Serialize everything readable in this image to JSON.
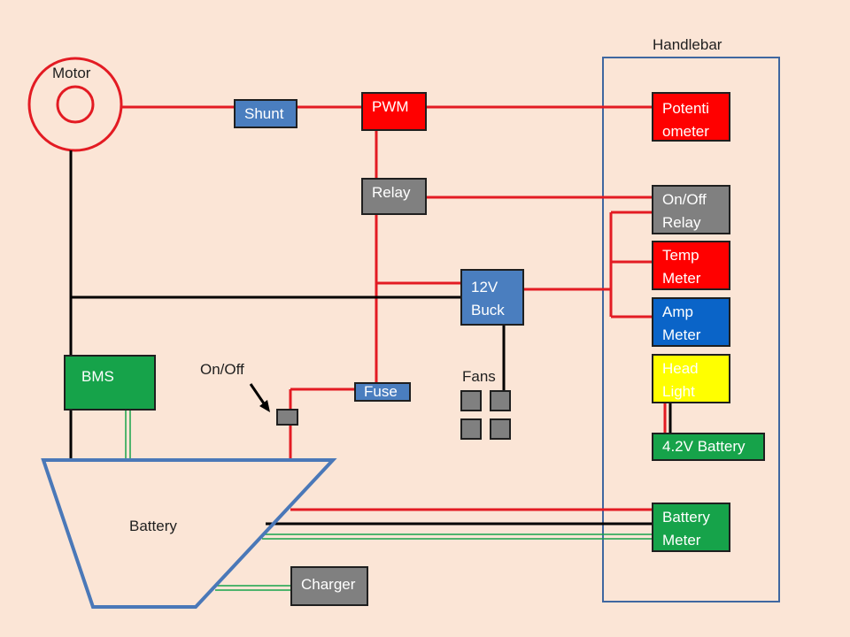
{
  "labels": {
    "handlebar": "Handlebar",
    "motor": "Motor",
    "on_off": "On/Off",
    "fans": "Fans",
    "battery": "Battery"
  },
  "components": {
    "shunt": "Shunt",
    "pwm": "PWM",
    "relay": "Relay",
    "buck_line1": "12V",
    "buck_line2": "Buck",
    "fuse": "Fuse",
    "bms": "BMS",
    "charger": "Charger",
    "potentiometer_line1": "Potenti",
    "potentiometer_line2": "ometer",
    "onoff_relay_line1": "On/Off",
    "onoff_relay_line2": "Relay",
    "temp_meter_line1": "Temp",
    "temp_meter_line2": "Meter",
    "amp_meter_line1": "Amp",
    "amp_meter_line2": "Meter",
    "head_light_line1": "Head",
    "head_light_line2": "Light",
    "battery_42v": "4.2V Battery",
    "battery_meter_line1": "Battery",
    "battery_meter_line2": "Meter"
  },
  "colors": {
    "background": "#fbe5d6",
    "wire_positive": "#e31b23",
    "wire_ground": "#000000",
    "wire_balance": "#16a34a",
    "outline": "#4a78b8"
  }
}
